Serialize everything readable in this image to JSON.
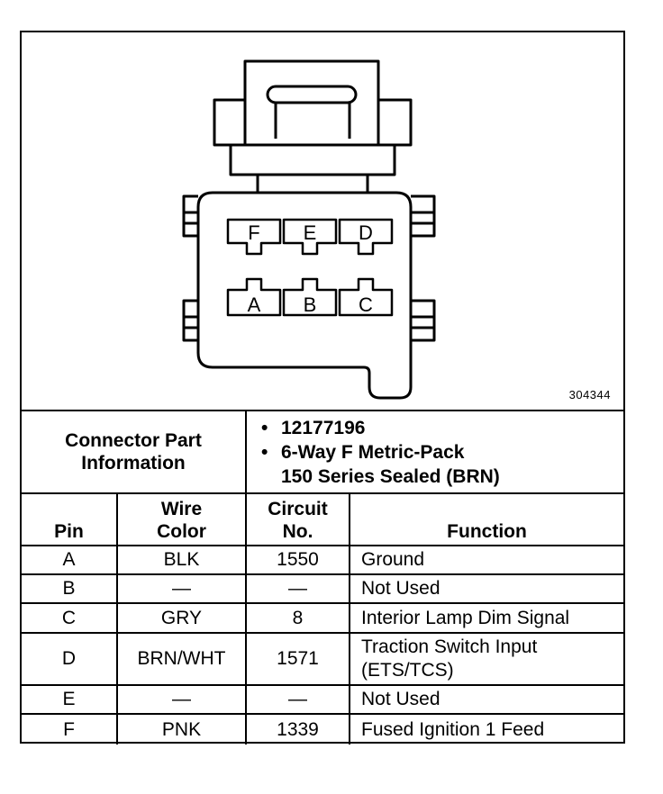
{
  "diagram": {
    "code": "304344",
    "pins_top": [
      "F",
      "E",
      "D"
    ],
    "pins_bottom": [
      "A",
      "B",
      "C"
    ]
  },
  "info": {
    "label_line1": "Connector Part",
    "label_line2": "Information",
    "item1": "12177196",
    "item2_line1": "6-Way F Metric-Pack",
    "item2_line2": "150 Series Sealed (BRN)"
  },
  "headers": {
    "pin": "Pin",
    "wire_line1": "Wire",
    "wire_line2": "Color",
    "circuit_line1": "Circuit",
    "circuit_line2": "No.",
    "function": "Function"
  },
  "rows": [
    {
      "pin": "A",
      "color": "BLK",
      "circuit": "1550",
      "function": "Ground"
    },
    {
      "pin": "B",
      "color": "—",
      "circuit": "—",
      "function": "Not Used"
    },
    {
      "pin": "C",
      "color": "GRY",
      "circuit": "8",
      "function": "Interior Lamp Dim Signal"
    },
    {
      "pin": "D",
      "color": "BRN/WHT",
      "circuit": "1571",
      "function_line1": "Traction Switch Input",
      "function_line2": "(ETS/TCS)"
    },
    {
      "pin": "E",
      "color": "—",
      "circuit": "—",
      "function": "Not Used"
    },
    {
      "pin": "F",
      "color": "PNK",
      "circuit": "1339",
      "function": "Fused Ignition 1 Feed"
    }
  ]
}
